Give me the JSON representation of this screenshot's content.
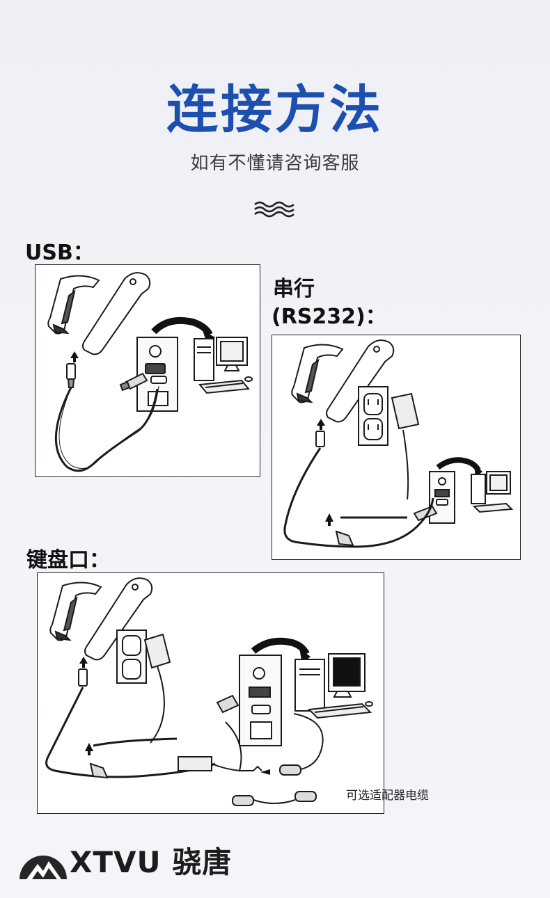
{
  "header": {
    "title": "连接方法",
    "subtitle": "如有不懂请咨询客服"
  },
  "sections": {
    "usb": {
      "label": "USB："
    },
    "serial": {
      "label_line1": "串行",
      "label_line2": "(RS232)："
    },
    "keyboard": {
      "label": "键盘口：",
      "caption": "可选适配器电缆"
    }
  },
  "brand": {
    "name": "XTVU 骁唐"
  },
  "colors": {
    "title": "#1d4fb0",
    "line_art": "#1a1a1a",
    "background": "#eef0f5"
  },
  "icons": [
    "wave-icon",
    "scanner-icon",
    "computer-icon",
    "outlet-icon",
    "adapter-icon",
    "brand-logo-icon"
  ]
}
